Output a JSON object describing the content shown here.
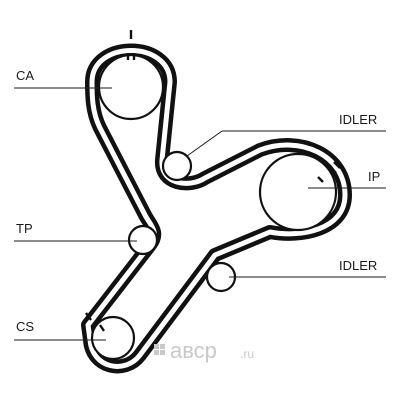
{
  "labels": {
    "ca": "CA",
    "idler_upper": "IDLER",
    "ip": "IP",
    "tp": "TP",
    "idler_lower": "IDLER",
    "cs": "CS"
  },
  "watermark": {
    "brand": "",
    "text": "авср",
    "suffix": ".ru"
  },
  "colors": {
    "belt": "#111111",
    "line": "#1a1a1a",
    "watermark": "#c9c9c9",
    "background": "#ffffff"
  }
}
